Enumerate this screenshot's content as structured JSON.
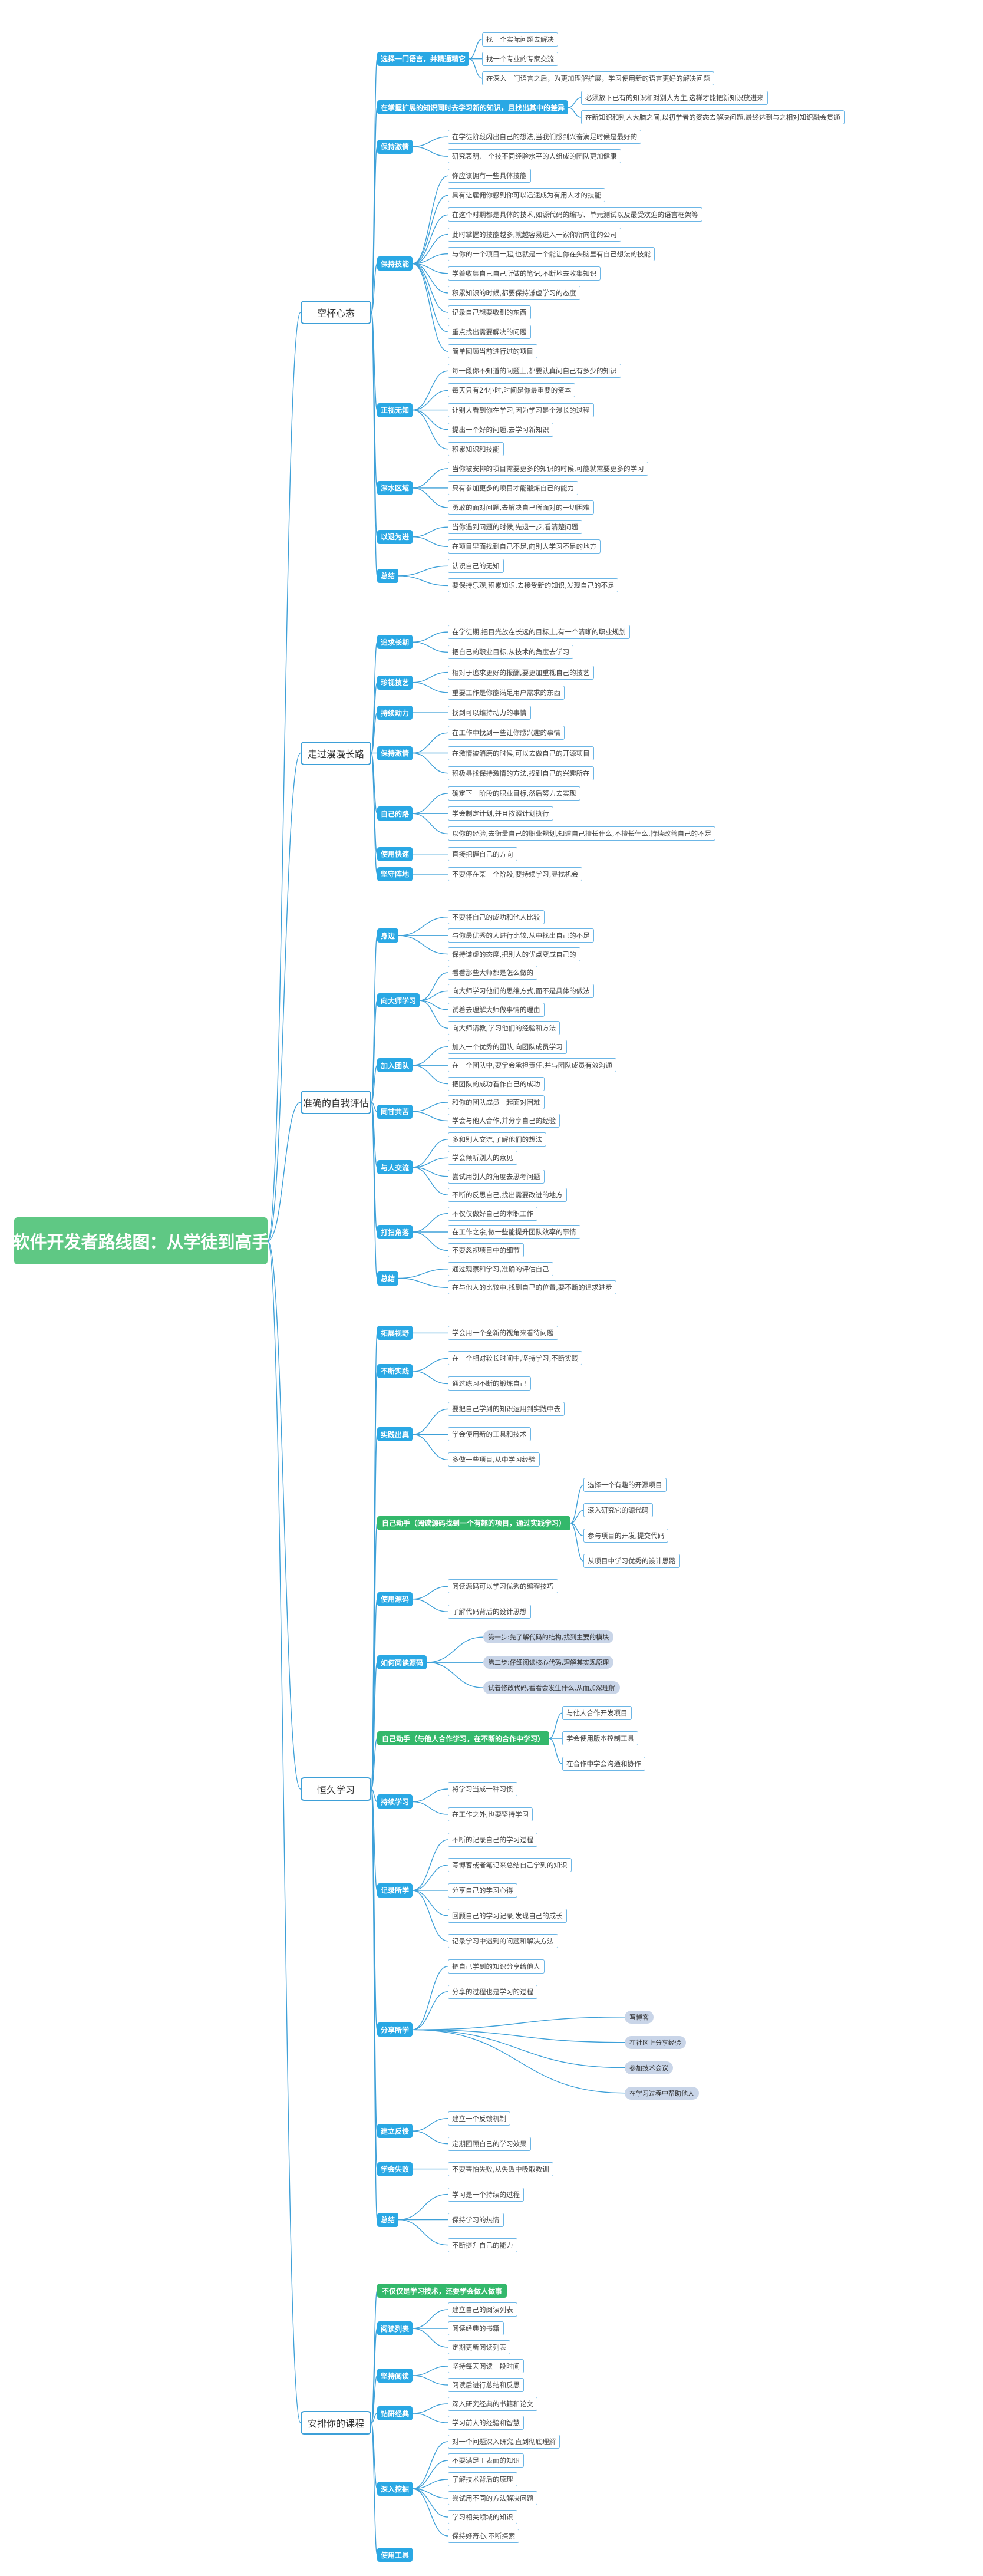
{
  "title": "软件开发者路线图：从学徒到高手",
  "sections": [
    {
      "name": "空杯心态",
      "groups": [
        {
          "cat": "选择一门语言，并精通精它",
          "leaves": [
            "找一个实际问题去解决",
            "找一个专业的专家交流",
            "在深入一门语言之后，为更加理解扩展，学习使用新的语言更好的解决问题"
          ]
        },
        {
          "cat": "在掌握扩展的知识同时去学习新的知识，且找出其中的差异",
          "leaves": [
            "必须放下已有的知识和对别人为主,这样才能把新知识放进来",
            "在新知识和别人大脑之间,以初学者的姿态去解决问题,最终达到与之相对知识融会贯通"
          ]
        },
        {
          "cat": "保持激情",
          "leaves": [
            "在学徒阶段闪出自己的想法,当我们感到兴奋满足时候是最好的",
            "研究表明,一个技不同经验水平的人组成的团队更加健康"
          ]
        },
        {
          "cat": "保持技能",
          "leaves": [
            "你应该拥有一些具体技能",
            "具有让雇佣你感到你可以迅速成为有用人才的技能",
            "在这个时期都是具体的技术,如源代码的编写、单元测试以及最受欢迎的语言框架等",
            "此时掌握的技能越多,就越容易进入一家你所向往的公司",
            "与你的一个项目一起,也就是一个能让你在头脑里有自己想法的技能",
            "学着收集自己自己所做的笔记,不断地去收集知识",
            "积累知识的时候,都要保持谦虚学习的态度",
            "记录自己想要收到的东西",
            "重点找出需要解决的问题",
            "简单回顾当前进行过的项目"
          ]
        },
        {
          "cat": "正视无知",
          "leaves": [
            "每一段你不知道的问题上,都要认真问自己有多少的知识",
            "每天只有24小时,时间是你最重要的资本",
            "让别人看到你在学习,因为学习是个漫长的过程",
            "提出一个好的问题,去学习新知识",
            "积累知识和技能"
          ]
        },
        {
          "cat": "深水区域",
          "leaves": [
            "当你被安排的项目需要更多的知识的时候,可能就需要更多的学习",
            "只有参加更多的项目才能锻炼自己的能力",
            "勇敢的面对问题,去解决自己所面对的一切困难"
          ]
        },
        {
          "cat": "以退为进",
          "leaves": [
            "当你遇到问题的时候,先退一步,看清楚问题",
            "在项目里面找到自己不足,向别人学习不足的地方"
          ]
        },
        {
          "cat": "总结",
          "leaves": [
            "认识自己的无知",
            "要保持乐观,积累知识,去接受新的知识,发现自己的不足"
          ]
        }
      ]
    },
    {
      "name": "走过漫漫长路",
      "groups": [
        {
          "cat": "追求长期",
          "leaves": [
            "在学徒期,把目光放在长远的目标上,有一个清晰的职业规划",
            "把自己的职业目标,从技术的角度去学习"
          ]
        },
        {
          "cat": "珍视技艺",
          "leaves": [
            "相对于追求更好的报酬,要更加重视自己的技艺",
            "重要工作是你能满足用户需求的东西"
          ]
        },
        {
          "cat": "持续动力",
          "leaves": [
            "找到可以维持动力的事情"
          ]
        },
        {
          "cat": "保持激情",
          "leaves": [
            "在工作中找到一些让你感兴趣的事情",
            "在激情被消磨的时候,可以去做自己的开源项目",
            "积极寻找保持激情的方法,找到自己的兴趣所在"
          ]
        },
        {
          "cat": "自己的路",
          "leaves": [
            "确定下一阶段的职业目标,然后努力去实现",
            "学会制定计划,并且按照计划执行",
            "以你的经验,去衡量自己的职业规划,知道自己擅长什么,不擅长什么,持续改善自己的不足"
          ]
        },
        {
          "cat": "使用快速",
          "leaves": [
            "直接把握自己的方向"
          ]
        },
        {
          "cat": "坚守阵地",
          "leaves": [
            "不要停在某一个阶段,要持续学习,寻找机会"
          ]
        }
      ]
    },
    {
      "name": "准确的自我评估",
      "groups": [
        {
          "cat": "身边",
          "leaves": [
            "不要将自己的成功和他人比较",
            "与你最优秀的人进行比较,从中找出自己的不足",
            "保持谦虚的态度,把别人的优点变成自己的"
          ]
        },
        {
          "cat": "向大师学习",
          "leaves": [
            "看看那些大师都是怎么做的",
            "向大师学习他们的思维方式,而不是具体的做法",
            "试着去理解大师做事情的理由",
            "向大师请教,学习他们的经验和方法"
          ]
        },
        {
          "cat": "加入团队",
          "leaves": [
            "加入一个优秀的团队,向团队成员学习",
            "在一个团队中,要学会承担责任,并与团队成员有效沟通",
            "把团队的成功看作自己的成功"
          ]
        },
        {
          "cat": "同甘共苦",
          "leaves": [
            "和你的团队成员一起面对困难",
            "学会与他人合作,并分享自己的经验"
          ]
        },
        {
          "cat": "与人交流",
          "leaves": [
            "多和别人交流,了解他们的想法",
            "学会倾听别人的意见",
            "尝试用别人的角度去思考问题",
            "不断的反思自己,找出需要改进的地方"
          ]
        },
        {
          "cat": "打扫角落",
          "leaves": [
            "不仅仅做好自己的本职工作",
            "在工作之余,做一些能提升团队效率的事情",
            "不要忽视项目中的细节"
          ]
        },
        {
          "cat": "总结",
          "leaves": [
            "通过观察和学习,准确的评估自己",
            "在与他人的比较中,找到自己的位置,要不断的追求进步"
          ]
        }
      ]
    },
    {
      "name": "恒久学习",
      "groups": [
        {
          "cat": "拓展视野",
          "leaves": [
            "学会用一个全新的视角来看待问题"
          ]
        },
        {
          "cat": "不断实践",
          "leaves": [
            "在一个相对较长时间中,坚持学习,不断实践",
            "通过练习不断的锻炼自己"
          ]
        },
        {
          "cat": "实践出真",
          "leaves": [
            "要把自己学到的知识运用到实践中去",
            "学会使用新的工具和技术",
            "多做一些项目,从中学习经验"
          ]
        },
        {
          "green": "自己动手（阅读源码找到一个有趣的项目，通过实践学习）",
          "leaves": [
            "选择一个有趣的开源项目",
            "深入研究它的源代码",
            "参与项目的开发,提交代码",
            "从项目中学习优秀的设计思路"
          ]
        },
        {
          "cat": "使用源码",
          "leaves": [
            "阅读源码可以学习优秀的编程技巧",
            "了解代码背后的设计思想"
          ]
        },
        {
          "cat": "如何阅读源码",
          "chips": [
            "第一步:先了解代码的结构,找到主要的模块",
            "第二步:仔细阅读核心代码,理解其实现原理",
            "试着修改代码,看看会发生什么,从而加深理解"
          ]
        },
        {
          "green": "自己动手（与他人合作学习，在不断的合作中学习）",
          "leaves": [
            "与他人合作开发项目",
            "学会使用版本控制工具",
            "在合作中学会沟通和协作"
          ]
        },
        {
          "cat": "持续学习",
          "leaves": [
            "将学习当成一种习惯",
            "在工作之外,也要坚持学习"
          ]
        },
        {
          "cat": "记录所学",
          "leaves": [
            "不断的记录自己的学习过程",
            "写博客或者笔记来总结自己学到的知识",
            "分享自己的学习心得",
            "回顾自己的学习记录,发现自己的成长",
            "记录学习中遇到的问题和解决方法"
          ]
        },
        {
          "cat": "分享所学",
          "leaves": [
            "把自己学到的知识分享给他人",
            "分享的过程也是学习的过程"
          ],
          "chips2": [
            "写博客",
            "在社区上分享经验",
            "参加技术会议",
            "在学习过程中帮助他人"
          ]
        },
        {
          "cat": "建立反馈",
          "leaves": [
            "建立一个反馈机制",
            "定期回顾自己的学习效果"
          ]
        },
        {
          "cat": "学会失败",
          "leaves": [
            "不要害怕失败,从失败中吸取教训"
          ]
        },
        {
          "cat": "总结",
          "leaves": [
            "学习是一个持续的过程",
            "保持学习的热情",
            "不断提升自己的能力"
          ]
        }
      ]
    },
    {
      "name": "安排你的课程",
      "groups": [
        {
          "green": "不仅仅是学习技术，还要学会做人做事",
          "leaves": []
        },
        {
          "cat": "阅读列表",
          "leaves": [
            "建立自己的阅读列表",
            "阅读经典的书籍",
            "定期更新阅读列表"
          ]
        },
        {
          "cat": "坚持阅读",
          "leaves": [
            "坚持每天阅读一段时间",
            "阅读后进行总结和反思"
          ]
        },
        {
          "cat": "钻研经典",
          "leaves": [
            "深入研究经典的书籍和论文",
            "学习前人的经验和智慧"
          ]
        },
        {
          "cat": "深入挖掘",
          "leaves": [
            "对一个问题深入研究,直到彻底理解",
            "不要满足于表面的知识",
            "了解技术背后的原理",
            "尝试用不同的方法解决问题",
            "学习相关领域的知识",
            "保持好奇心,不断探索"
          ]
        },
        {
          "cat": "使用工具",
          "leaves": []
        }
      ]
    }
  ]
}
